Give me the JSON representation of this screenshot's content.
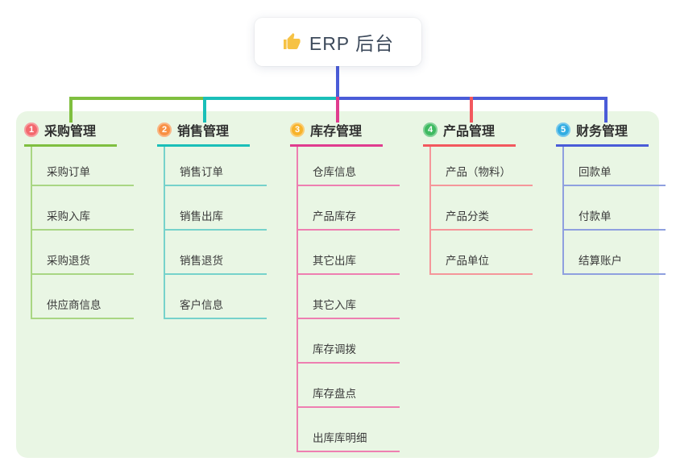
{
  "root": {
    "label": "ERP 后台",
    "icon": "thumbs-up-icon",
    "icon_color": "#F6C244",
    "line_color": "#4A5CD8"
  },
  "panel": {
    "background": "#E9F6E4"
  },
  "branches": [
    {
      "number": "1",
      "label": "采购管理",
      "badge_color": "#F3696E",
      "line_color": "#7FBF3F",
      "child_line_color": "#A9D683",
      "children": [
        "采购订单",
        "采购入库",
        "采购退货",
        "供应商信息"
      ]
    },
    {
      "number": "2",
      "label": "销售管理",
      "badge_color": "#F89044",
      "line_color": "#1ABFB8",
      "child_line_color": "#76D2CB",
      "children": [
        "销售订单",
        "销售出库",
        "销售退货",
        "客户信息"
      ]
    },
    {
      "number": "3",
      "label": "库存管理",
      "badge_color": "#F7B32B",
      "line_color": "#E03C8E",
      "child_line_color": "#EE7FB1",
      "children": [
        "仓库信息",
        "产品库存",
        "其它出库",
        "其它入库",
        "库存调拨",
        "库存盘点",
        "出库库明细"
      ]
    },
    {
      "number": "4",
      "label": "产品管理",
      "badge_color": "#3FBA61",
      "line_color": "#F2585E",
      "child_line_color": "#F5969A",
      "children": [
        "产品（物料）",
        "产品分类",
        "产品单位"
      ]
    },
    {
      "number": "5",
      "label": "财务管理",
      "badge_color": "#32ADE2",
      "line_color": "#4A5CD8",
      "child_line_color": "#8FA0DF",
      "children": [
        "回款单",
        "付款单",
        "结算账户"
      ]
    }
  ]
}
